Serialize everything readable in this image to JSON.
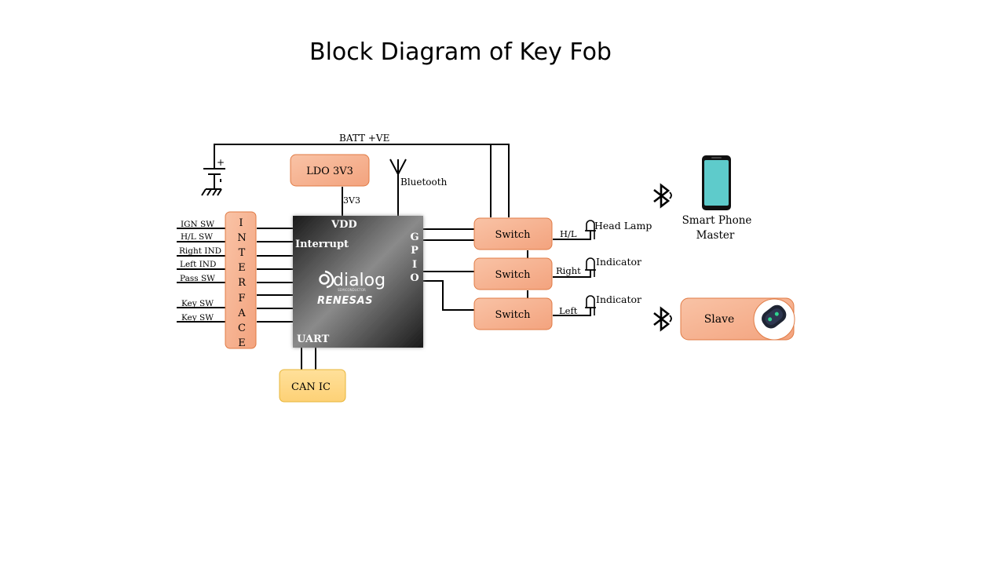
{
  "title": "Block Diagram of Key Fob",
  "battery_line": "BATT +VE",
  "battery_plus": "+",
  "ldo": {
    "label": "LDO 3V3",
    "output": "3V3"
  },
  "antenna": "Bluetooth",
  "interface": {
    "letters": [
      "I",
      "N",
      "T",
      "E",
      "R",
      "F",
      "A",
      "C",
      "E"
    ],
    "inputs": [
      "IGN SW",
      "H/L SW",
      "Right IND",
      "Left IND",
      "Pass SW",
      "Key SW",
      "Key SW"
    ]
  },
  "mcu": {
    "vdd": "VDD",
    "interrupt": "Interrupt",
    "gpio_letters": [
      "G",
      "P",
      "I",
      "O"
    ],
    "uart": "UART",
    "brand": "dialog",
    "brand_sub": "SEMICONDUCTOR",
    "maker": "RENESAS"
  },
  "can": "CAN IC",
  "switches": [
    {
      "label": "Switch",
      "signal": "H/L",
      "load": "Head Lamp"
    },
    {
      "label": "Switch",
      "signal": "Right",
      "load": "Indicator"
    },
    {
      "label": "Switch",
      "signal": "Left",
      "load": "Indicator"
    }
  ],
  "phone": {
    "line1": "Smart Phone",
    "line2": "Master"
  },
  "slave": "Slave",
  "colors": {
    "block_fill": "#f6b08f",
    "block_border": "#e07b45",
    "can_fill": "#ffd98a",
    "can_border": "#e7b63a",
    "phone_screen": "#5ecbcb",
    "wire": "#000000"
  },
  "icons": [
    "battery-icon",
    "antenna-icon",
    "led-icon",
    "bluetooth-icon",
    "smartphone-icon",
    "key-fob-icon",
    "dialog-logo-icon"
  ]
}
